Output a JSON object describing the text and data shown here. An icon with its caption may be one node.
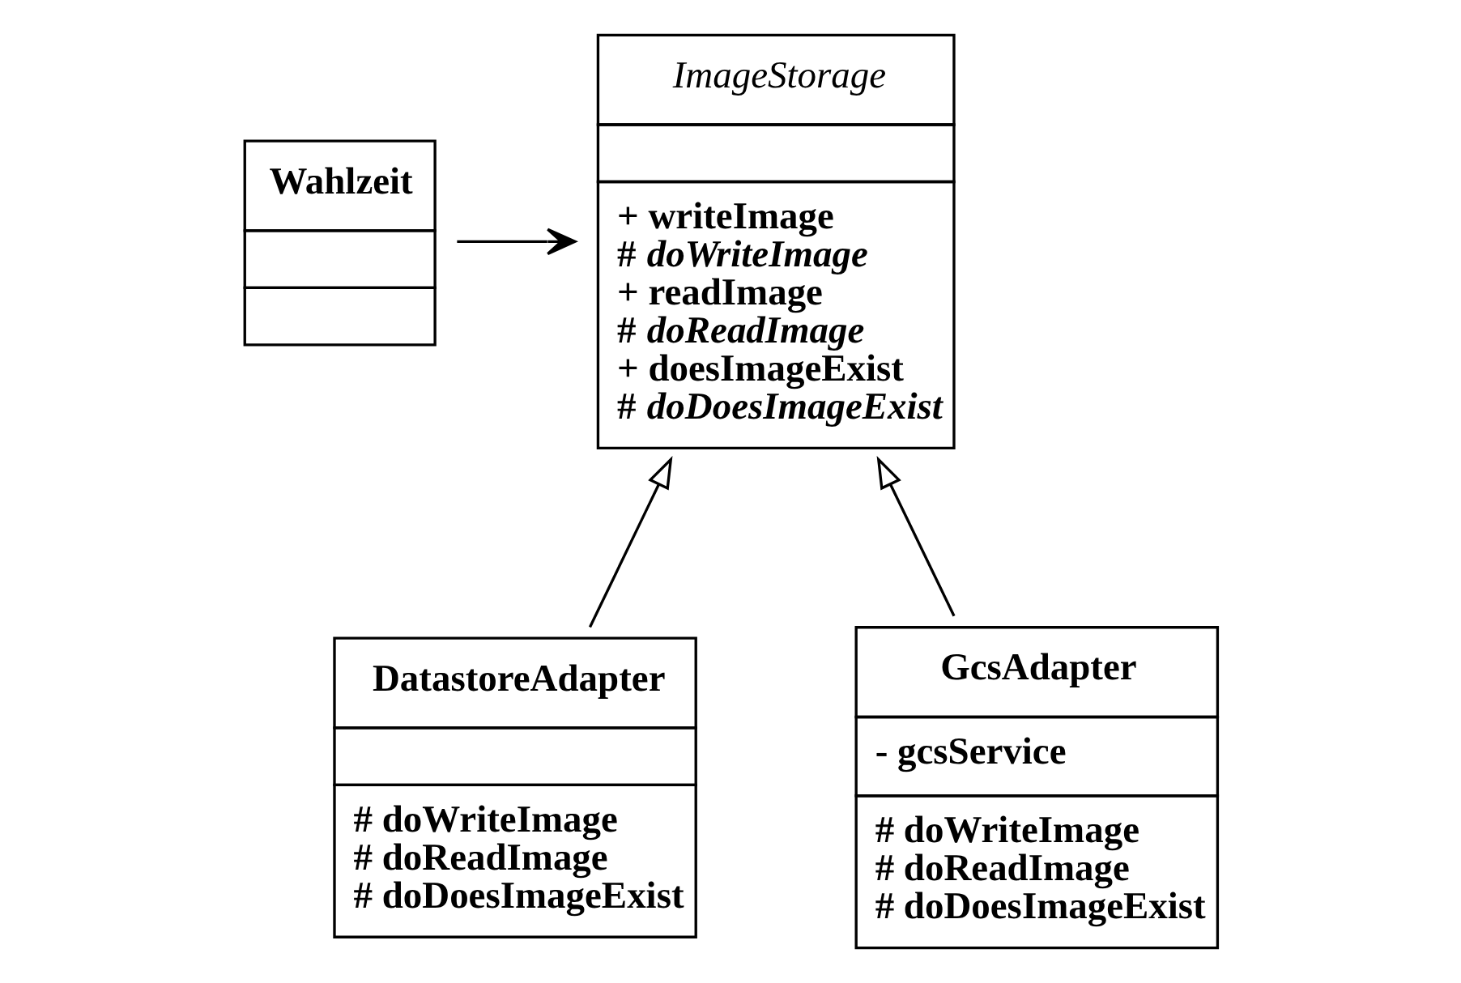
{
  "diagram": {
    "nodes": [
      {
        "text": [
          "Wahlzeit"
        ]
      },
      {
        "text": [
          "ImageStorage",
          "+ writeImage",
          "# *doWriteImage*",
          "+ readImage",
          "# *doReadImage*",
          "+ doesImageExist",
          "# *doDoesImageExist*"
        ]
      },
      {
        "text": [
          "DatastoreAdapter",
          "# doWriteImage",
          "# doReadImage",
          "# doDoesImageExist"
        ]
      },
      {
        "text": [
          "GcsAdapter",
          "- gcsService",
          "# doWriteImage",
          "# doReadImage",
          "# doDoesImageExist"
        ]
      }
    ],
    "edges": [
      {
        "from": 0,
        "to": 1,
        "arrow": "to"
      },
      {
        "from": 2,
        "to": 1,
        "arrow": "to"
      },
      {
        "from": 3,
        "to": 1,
        "arrow": "to"
      }
    ]
  }
}
